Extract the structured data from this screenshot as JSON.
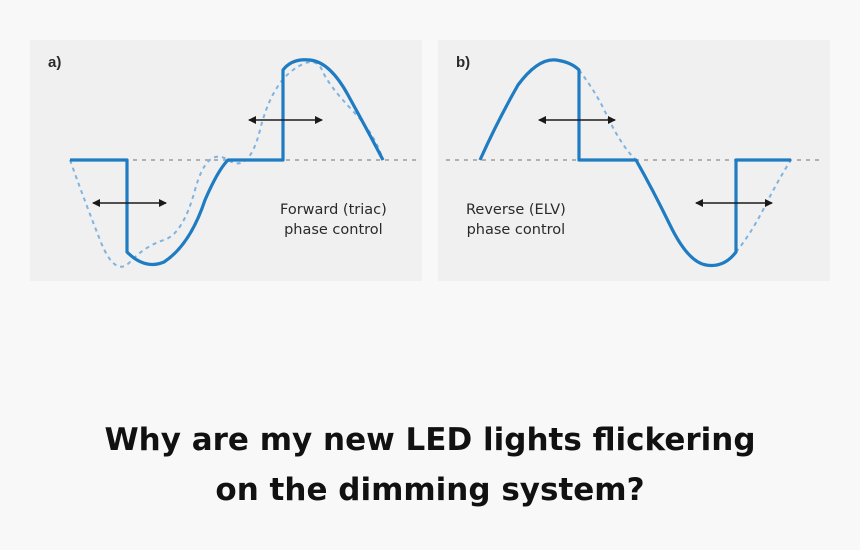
{
  "panels": {
    "a": {
      "label": "a)",
      "caption_line1": "Forward (triac)",
      "caption_line2": "phase control"
    },
    "b": {
      "label": "b)",
      "caption_line1": "Reverse (ELV)",
      "caption_line2": "phase control"
    }
  },
  "title": {
    "line1": "Why are my new LED lights flickering",
    "line2": "on the dimming system?"
  },
  "colors": {
    "waveform": "#1f7bc2",
    "ghost_wave": "#7fb3e0",
    "axis": "#9a9a9a",
    "arrow": "#1a1a1a"
  },
  "icons": {
    "arrow": "double-headed-arrow-icon"
  }
}
